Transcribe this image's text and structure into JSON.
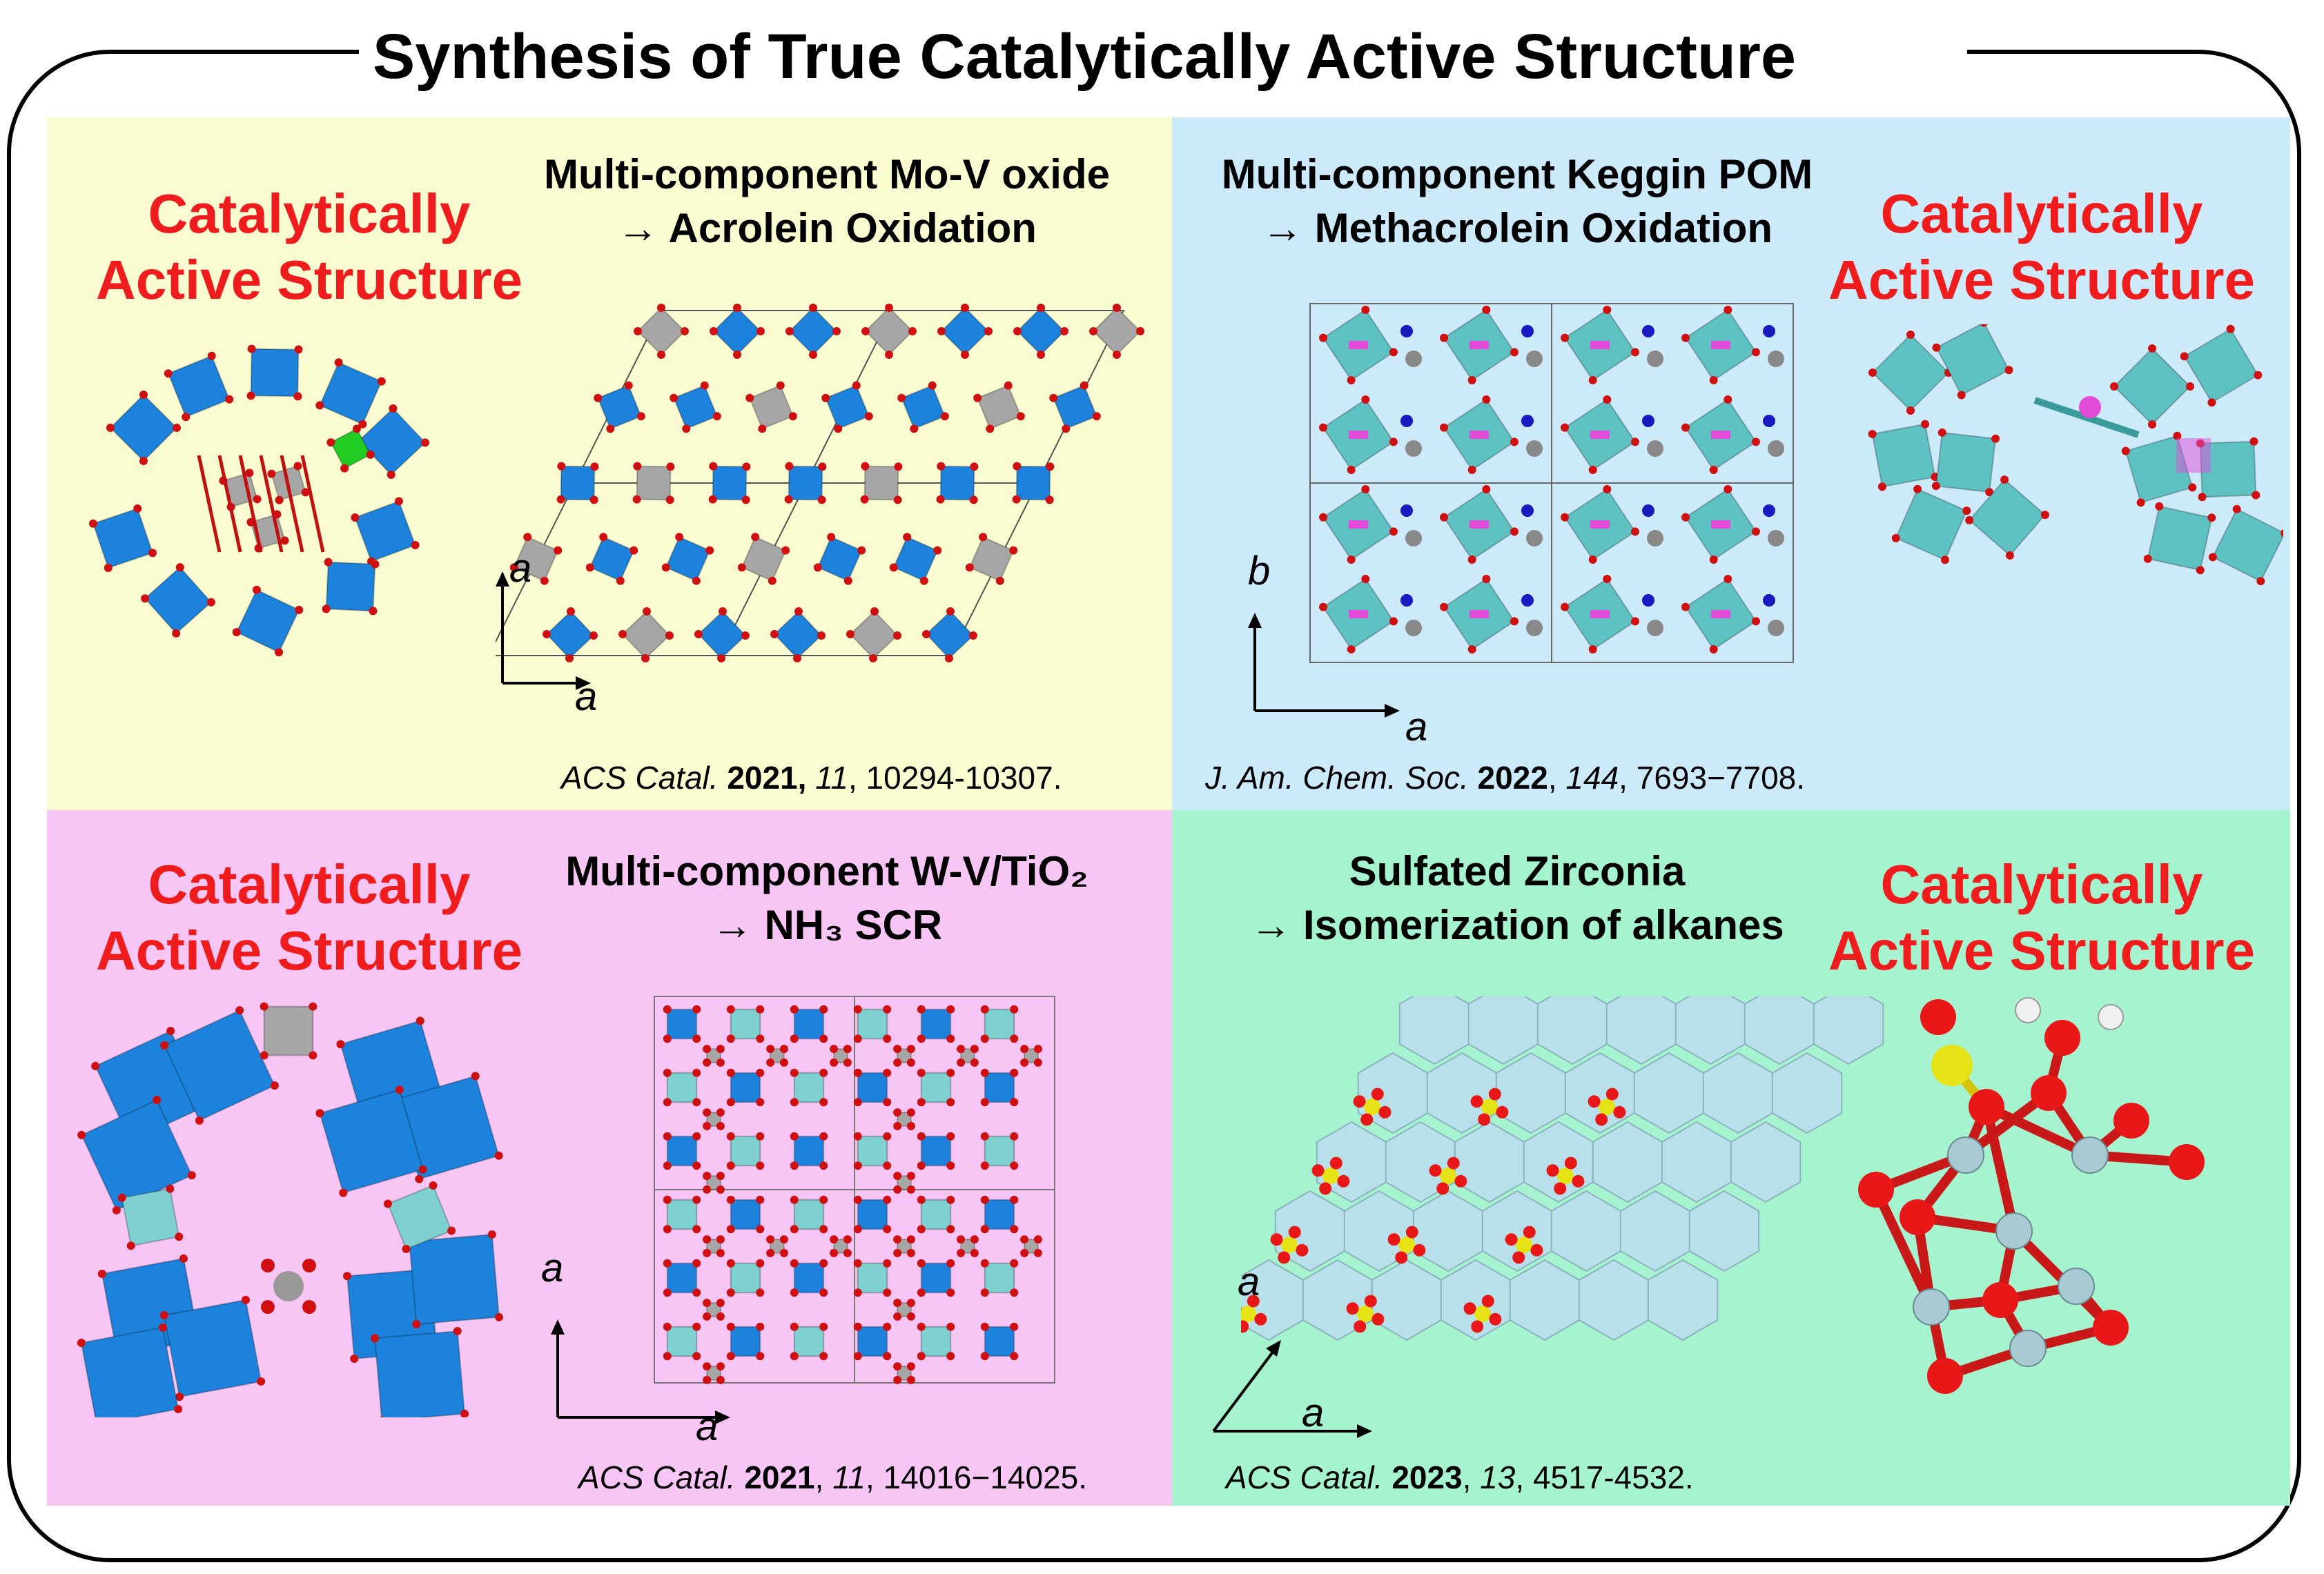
{
  "title": "Synthesis of True Catalytically Active Structure",
  "panels": [
    {
      "active_label": [
        "Catalytically",
        "Active Structure"
      ],
      "heading": [
        "Multi-component Mo-V oxide",
        "→ Acrolein Oxidation"
      ],
      "axes": {
        "vertical": "a",
        "horizontal": "a"
      },
      "reference": {
        "journal": "ACS Catal.",
        "year": "2021,",
        "volume": "11",
        "pages": ", 10294-10307."
      },
      "colors": {
        "background": "#fbfbd1",
        "polyhedra": "#1c82db",
        "secondary": "#a6a6a6",
        "accent": "#22cc22"
      }
    },
    {
      "active_label": [
        "Catalytically",
        "Active Structure"
      ],
      "heading": [
        "Multi-component Keggin POM",
        "→ Methacrolein Oxidation"
      ],
      "axes": {
        "vertical": "b",
        "horizontal": "a"
      },
      "reference": {
        "journal": "J. Am. Chem. Soc.",
        "year": "2022",
        "volume": "144",
        "pages": ", 7693−7708."
      },
      "colors": {
        "background": "#cdeafa",
        "polyhedra": "#5ec2c2",
        "accent": "#e24bd8"
      }
    },
    {
      "active_label": [
        "Catalytically",
        "Active Structure"
      ],
      "heading": [
        "Multi-component W-V/TiO₂",
        "→ NH₃ SCR"
      ],
      "axes": {
        "vertical": "a",
        "horizontal": "a"
      },
      "reference": {
        "journal": "ACS Catal.",
        "year": "2021",
        "volume": "11",
        "pages": ", 14016−14025."
      },
      "colors": {
        "background": "#f8c6f4",
        "polyhedra": "#1c82db",
        "secondary": "#a6a6a6",
        "accent": "#7fd0d0"
      }
    },
    {
      "active_label": [
        "Catalytically",
        "Active Structure"
      ],
      "heading": [
        "Sulfated Zirconia",
        "→ Isomerization of alkanes"
      ],
      "axes": {
        "vertical": "a",
        "horizontal": "a"
      },
      "reference": {
        "journal": "ACS Catal.",
        "year": "2023",
        "volume": "13",
        "pages": ", 4517-4532."
      },
      "colors": {
        "background": "#a6f3cf",
        "polyhedra": "#b8e0ea",
        "accent": "#e81818",
        "sulfur": "#e6e218"
      }
    }
  ]
}
